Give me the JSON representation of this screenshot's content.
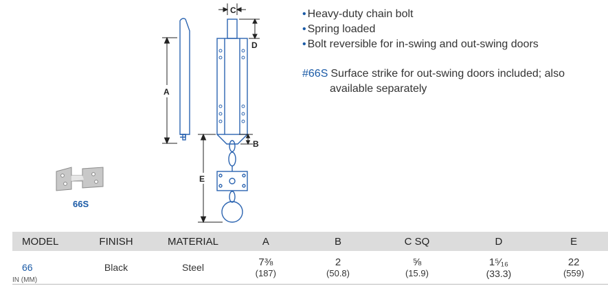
{
  "dimension_labels": {
    "a": "A",
    "b": "B",
    "c": "C",
    "d": "D",
    "e": "E"
  },
  "strike_label": "66S",
  "features": [
    "Heavy-duty chain bolt",
    "Spring loaded",
    "Bolt reversible for in-swing and out-swing doors"
  ],
  "bullet_char": "•",
  "note": {
    "code": "#66S",
    "line1": "Surface strike for out-swing doors included; also",
    "line2": "available separately"
  },
  "table": {
    "headers": [
      "MODEL",
      "FINISH",
      "MATERIAL",
      "A",
      "B",
      "C SQ",
      "D",
      "E"
    ],
    "row": {
      "model": "66",
      "finish": "Black",
      "material": "Steel",
      "a": "7⅜",
      "a_mm": "(187)",
      "b": "2",
      "b_mm": "(50.8)",
      "c": "⅝",
      "c_mm": "(15.9)",
      "d": "1⁵⁄₁₆",
      "d_mm": "(33.3)",
      "e": "22",
      "e_mm": "(559)"
    }
  },
  "units_note": "IN (MM)",
  "colors": {
    "accent": "#1a5aa6",
    "line": "#2a63b0",
    "header_bg": "#dcdcdc"
  }
}
